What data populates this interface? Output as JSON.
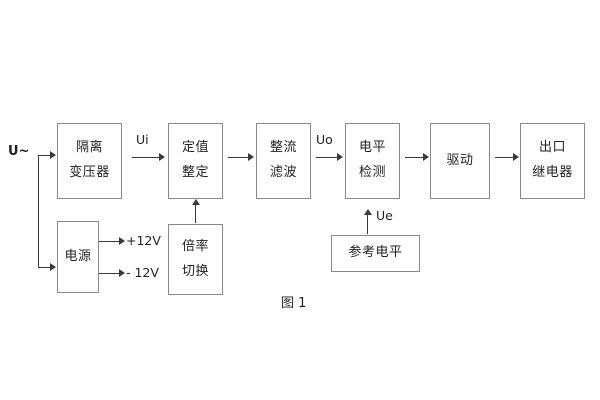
{
  "figure": {
    "caption": "图 1",
    "title_text": "图 1"
  },
  "blocks": [
    {
      "id": "isolation-transformer",
      "line1": "隔离",
      "line2": "变压器"
    },
    {
      "id": "setting-value",
      "line1": "定值",
      "line2": "整定"
    },
    {
      "id": "rectify-filter",
      "line1": "整流",
      "line2": "滤波"
    },
    {
      "id": "level-detect",
      "line1": "电平",
      "line2": "检测"
    },
    {
      "id": "driver",
      "line1": "驱动",
      "line2": ""
    },
    {
      "id": "output-relay",
      "line1": "出口",
      "line2": "继电器"
    },
    {
      "id": "power-supply",
      "line1": "电源",
      "line2": ""
    },
    {
      "id": "multiplier-switch",
      "line1": "倍率",
      "line2": "切换"
    },
    {
      "id": "reference-level",
      "line1": "参考电平",
      "line2": ""
    }
  ],
  "signals": {
    "input": "U~",
    "ui": "Ui",
    "uo": "Uo",
    "ue": "Ue",
    "rail_pos": "+12V",
    "rail_neg": "- 12V"
  },
  "colors": {
    "box_border": "#8a8a8a",
    "line": "#3a3a3a",
    "text": "#231f20",
    "background": "#ffffff"
  }
}
